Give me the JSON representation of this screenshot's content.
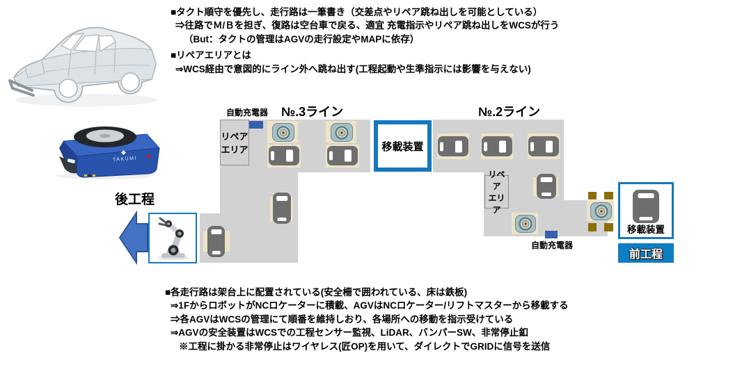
{
  "notes": {
    "top": [
      "■タクト順守を優先し、走行路は一筆書き（交差点やリペア跳ね出しを可能としている）",
      "⇒往路でＭ/Ｂを担ぎ、復路は空台車で戻る、適宜 充電指示やリペア跳ね出しをWCSが行う",
      "（But：タクトの管理はAGVの走行設定やMAPに依存）",
      "■リペアエリアとは",
      "⇒WCS経由で意図的にライン外へ跳ね出す(工程起動や生準指示には影響を与えない)"
    ],
    "bottom": [
      "■各走行路は架台上に配置されている(安全柵で囲われている、床は鉄板)",
      "⇒1FからロボットがNCロケーターに積載、AGVはNCロケーター/リフトマスターから移載する",
      "⇒各AGVはWCSの管理にて順番を維持しおり、各場所への移動を指示受けている",
      "⇒AGVの安全装置はWCSでの工程センサー監視、LiDAR、バンパーSW、非常停止釦",
      "※工程に掛かる非常停止はワイヤレス(匠OP)を用いて、ダイレクトでGRIDに信号を送信"
    ]
  },
  "diagram": {
    "line3": {
      "title": "№.3ライン",
      "charger_label": "自動充電器",
      "repair_label": "リペア\nエリア"
    },
    "line2": {
      "title": "№.2ライン",
      "charger_label": "自動充電器",
      "repair_label": "リペア\nエリア"
    },
    "transfer_mid_label": "移載装置",
    "transfer_right_label": "移載装置",
    "post_process_label": "後工程",
    "pre_process_label": "前工程"
  },
  "product": {
    "brand": "TAKUMI"
  },
  "colors": {
    "accent_blue": "#1478be",
    "process_blue": "#0e7dc2",
    "arrow_blue": "#4472c4",
    "charger_blue": "#3560ac",
    "track_gray": "#d2d2d2",
    "pallet_beige": "#ece3c8",
    "agv_gray": "#6e6e6e",
    "marker_brown": "#8d6e08"
  }
}
